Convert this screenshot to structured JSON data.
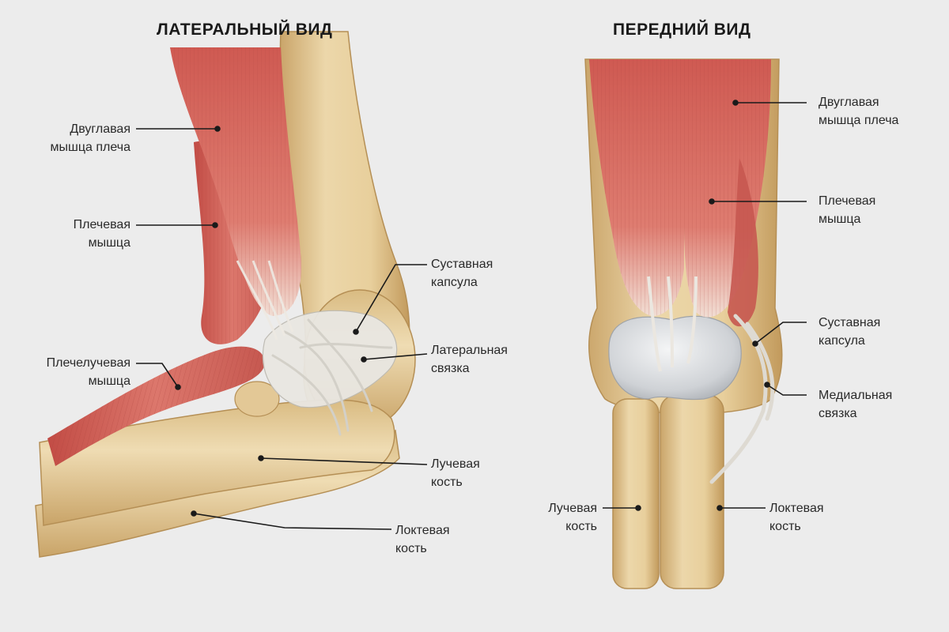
{
  "colors": {
    "background": "#ececec",
    "muscle": "#d9695e",
    "muscle_dark": "#b8463e",
    "tendon": "#e8e4dc",
    "bone": "#e6cfa0",
    "bone_shade": "#c9a86c",
    "cartilage": "#d7d9dc",
    "leader_line": "#1a1a1a"
  },
  "views": {
    "lateral": {
      "title": "ЛАТЕРАЛЬНЫЙ ВИД",
      "labels": {
        "biceps": [
          "Двуглавая",
          "мышца плеча"
        ],
        "brachialis": [
          "Плечевая",
          "мышца"
        ],
        "brachioradialis": [
          "Плечелучевая",
          "мышца"
        ],
        "capsule": [
          "Суставная",
          "капсула"
        ],
        "lateral_ligament": [
          "Латеральная",
          "связка"
        ],
        "radius": [
          "Лучевая",
          "кость"
        ],
        "ulna": [
          "Локтевая",
          "кость"
        ]
      }
    },
    "anterior": {
      "title": "ПЕРЕДНИЙ ВИД",
      "labels": {
        "biceps": [
          "Двуглавая",
          "мышца плеча"
        ],
        "brachialis": [
          "Плечевая",
          "мышца"
        ],
        "capsule": [
          "Суставная",
          "капсула"
        ],
        "medial_ligament": [
          "Медиальная",
          "связка"
        ],
        "radius": [
          "Лучевая",
          "кость"
        ],
        "ulna": [
          "Локтевая",
          "кость"
        ]
      }
    }
  }
}
